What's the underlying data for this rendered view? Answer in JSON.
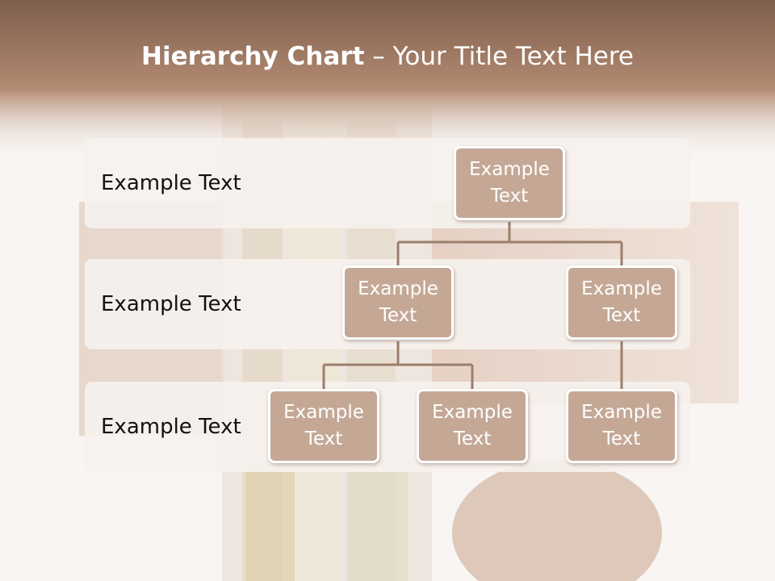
{
  "slide": {
    "title_bold": "Hierarchy Chart",
    "title_rest": " – Your Title Text Here"
  },
  "bands": [
    {
      "label": "Example Text"
    },
    {
      "label": "Example Text"
    },
    {
      "label": "Example Text"
    }
  ],
  "nodes": {
    "root": "Example Text",
    "level2_left": "Example Text",
    "level2_right": "Example Text",
    "level3_left": "Example Text",
    "level3_middle": "Example Text",
    "level3_right": "Example Text"
  },
  "colors": {
    "header_brown": "#7d5e4c",
    "node_fill": "#c4a895",
    "connector": "#9b7e6c"
  }
}
